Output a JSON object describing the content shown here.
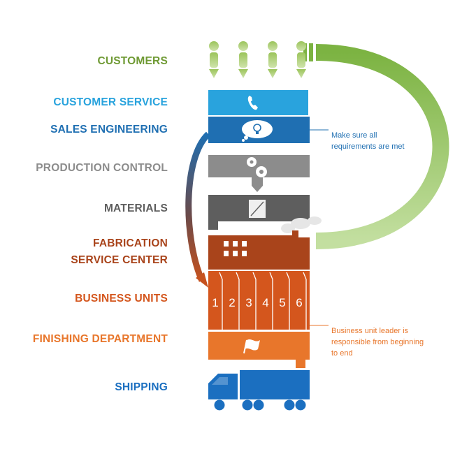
{
  "stages": {
    "customers": "CUSTOMERS",
    "customer_service": "CUSTOMER SERVICE",
    "sales_engineering": "SALES ENGINEERING",
    "production_control": "PRODUCTION CONTROL",
    "materials": "MATERIALS",
    "fabrication_line1": "FABRICATION",
    "fabrication_line2": "SERVICE CENTER",
    "business_units": "BUSINESS UNITS",
    "finishing_department": "FINISHING DEPARTMENT",
    "shipping": "SHIPPING"
  },
  "notes": {
    "requirements_line1": "Make sure all",
    "requirements_line2": "requirements are met",
    "leader_line1": "Business unit leader is",
    "leader_line2": "responsible from beginning",
    "leader_line3": "to end"
  },
  "business_unit_numbers": [
    "1",
    "2",
    "3",
    "4",
    "5",
    "6"
  ],
  "colors": {
    "customers": "#7ba23f",
    "customer_service": "#29a3dd",
    "sales_engineering": "#1f6fb2",
    "production_control": "#8c8c8c",
    "materials": "#5e5e5e",
    "fabrication": "#a9441b",
    "business_units": "#d4561d",
    "finishing": "#e8762b",
    "shipping": "#1b6fc0",
    "loop_arrow": "#8cbf4a"
  },
  "icons": {
    "customer_service": "phone-icon",
    "sales_engineering": "lightbulb-icon",
    "production_control": "gears-icon",
    "materials": "sheet-icon",
    "fabrication": "factory-icon",
    "finishing": "flag-icon",
    "shipping": "truck-icon"
  }
}
